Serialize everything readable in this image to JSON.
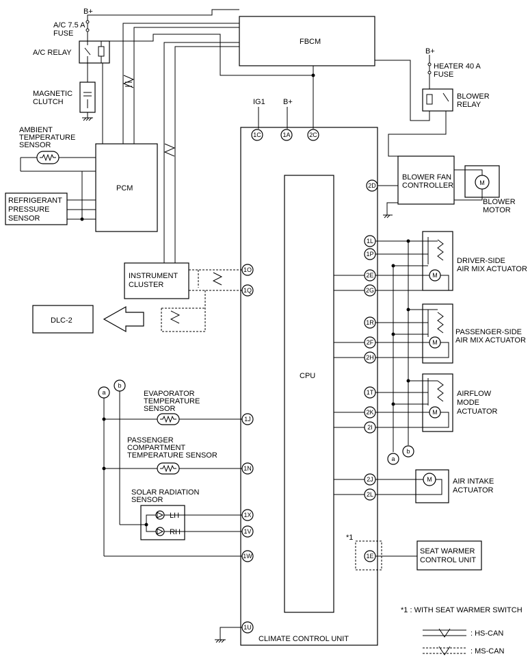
{
  "labels": {
    "bplus": "B+",
    "ac_fuse": "A/C 7.5 A\nFUSE",
    "ac_relay": "A/C RELAY",
    "magnetic_clutch": "MAGNETIC\nCLUTCH",
    "ambient_sensor": "AMBIENT\nTEMPERATURE\nSENSOR",
    "refrigerant_sensor": "REFRIGERANT\nPRESSURE\nSENSOR",
    "pcm": "PCM",
    "fbcm": "FBCM",
    "heater_fuse": "HEATER 40 A\nFUSE",
    "blower_relay": "BLOWER\nRELAY",
    "ig1": "IG1",
    "blower_fan_controller": "BLOWER FAN\nCONTROLLER",
    "blower_motor": "BLOWER\nMOTOR",
    "driver_actuator": "DRIVER-SIDE\nAIR MIX ACTUATOR",
    "passenger_actuator": "PASSENGER-SIDE\nAIR MIX ACTUATOR",
    "airflow_actuator": "AIRFLOW\nMODE\nACTUATOR",
    "air_intake_actuator": "AIR INTAKE\nACTUATOR",
    "instrument_cluster": "INSTRUMENT\nCLUSTER",
    "dlc": "DLC-2",
    "cpu": "CPU",
    "evaporator_sensor": "EVAPORATOR\nTEMPERATURE\nSENSOR",
    "passenger_comp_sensor": "PASSENGER\nCOMPARTMENT\nTEMPERATURE SENSOR",
    "solar_sensor": "SOLAR RADIATION\nSENSOR",
    "lh": "LH",
    "rh": "RH",
    "seat_warmer": "SEAT WARMER\nCONTROL UNIT",
    "note_mark": "*1",
    "climate_control_unit": "CLIMATE CONTROL UNIT",
    "footnote": "*1 : WITH SEAT WARMER SWITCH",
    "hs_can": ": HS-CAN",
    "ms_can": ": MS-CAN",
    "node_a": "a",
    "node_b": "b",
    "motor_symbol": "M"
  },
  "pins": {
    "p1C": "1C",
    "p1A": "1A",
    "p2C": "2C",
    "p2D": "2D",
    "p1L": "1L",
    "p1P": "1P",
    "p2E": "2E",
    "p2G": "2G",
    "p1R": "1R",
    "p2F": "2F",
    "p2H": "2H",
    "p1T": "1T",
    "p2K": "2K",
    "p2I": "2I",
    "p2J": "2J",
    "p2L": "2L",
    "p1E": "1E",
    "p1O": "1O",
    "p1Q": "1Q",
    "p1J": "1J",
    "p1N": "1N",
    "p1X": "1X",
    "p1V": "1V",
    "p1W": "1W",
    "p1U": "1U"
  }
}
